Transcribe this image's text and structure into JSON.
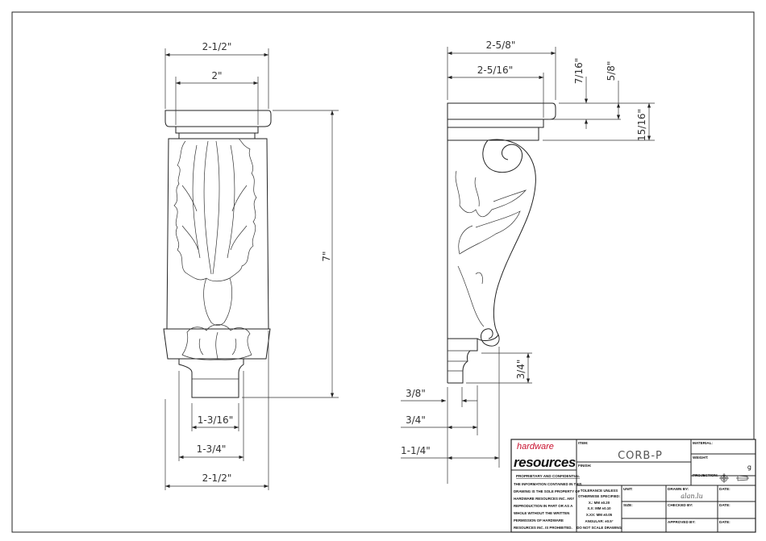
{
  "drawing": {
    "front_view": {
      "dims": {
        "top_overall": "2-1/2\"",
        "top_inner": "2\"",
        "height": "7\"",
        "base_small": "1-3/16\"",
        "base_mid": "1-3/4\"",
        "bottom_overall": "2-1/2\""
      }
    },
    "side_view": {
      "dims": {
        "depth_overall": "2-5/8\"",
        "depth_cap": "2-5/16\"",
        "cap_a": "7/16\"",
        "cap_b": "5/8\"",
        "cap_c": "15/16\"",
        "base_height": "3/4\"",
        "base_a": "3/8\"",
        "base_b": "3/4\"",
        "base_c": "1-1/4\""
      }
    }
  },
  "title_block": {
    "logo_top": "hardware",
    "logo_bottom": "resources",
    "logo_color": "#c8102e",
    "proprietary_heading": "PROPRIETARY AND CONFIDENTIAL",
    "proprietary_lines": [
      "THE INFORMATION CONTAINED IN THIS",
      "DRAWING IS THE SOLE PROPERTY OF",
      "HARDWARE RESOURCES INC.  ANY",
      "REPRODUCTION IN PART OR AS A",
      "WHOLE  WITHOUT THE WRITTEN",
      "PERMISSION OF HARDWARE",
      "RESOURCES INC. IS PROHIBITED."
    ],
    "item_label": "ITEM:",
    "item_value": "CORB-P",
    "finish_label": "FINISH:",
    "material_label": "MATERIAL:",
    "weight_label": "WEIGHT:",
    "weight_value": "g",
    "projection_label": "PROJECTION:",
    "tolerance_lines": [
      "TOLERANCE UNLESS",
      "OTHERWISE SPECIFIED:",
      "X.:  MM   ±0.20",
      "X.X:  MM   ±0.10",
      "X.XX:  MM   ±0.05",
      "ANGULAR:   ±0.5°",
      "DO NOT SCALE DRAWING"
    ],
    "unit_label": "UNIT:",
    "size_label": "SIZE:",
    "drawn_by_label": "DRAWN BY:",
    "drawn_by_signature": "alan.lu",
    "checked_by_label": "CHECKED BY:",
    "approved_by_label": "APPROVED BY:",
    "date_label": "DATE:"
  }
}
